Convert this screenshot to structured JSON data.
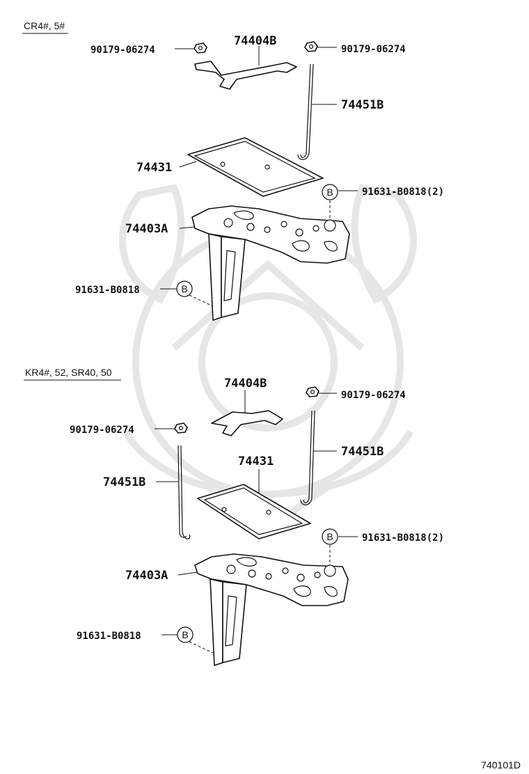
{
  "sections": [
    {
      "variant_label": "CR4#, 5#",
      "callouts": {
        "nut_left": "90179-06274",
        "nut_right": "90179-06274",
        "clamp": "74404B",
        "rod_right": "74451B",
        "pad": "74431",
        "tray": "74403A",
        "bolt_b_qty": "91631-B0818(2)",
        "bolt_b": "91631-B0818"
      }
    },
    {
      "variant_label": "KR4#, 52, SR40, 50",
      "callouts": {
        "clamp": "74404B",
        "nut_right": "90179-06274",
        "nut_left": "90179-06274",
        "rod_right": "74451B",
        "pad": "74431",
        "rod_left": "74451B",
        "bolt_b_qty": "91631-B0818(2)",
        "tray": "74403A",
        "bolt_b": "91631-B0818"
      }
    }
  ],
  "bolt_symbol": "B",
  "illustration_code": "740101D"
}
